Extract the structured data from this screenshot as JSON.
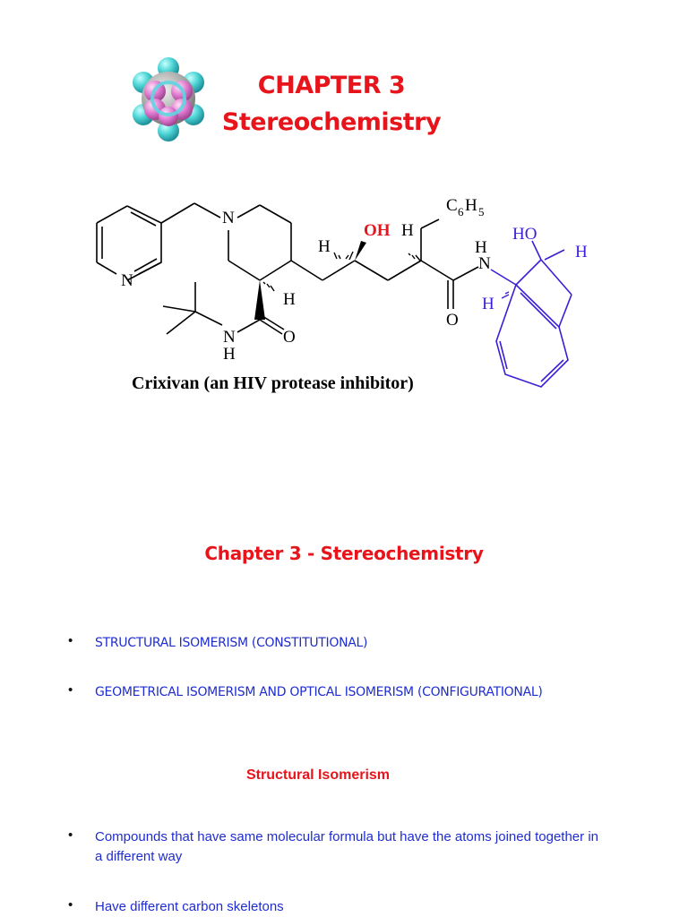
{
  "header": {
    "title_line1": "CHAPTER 3",
    "title_line2": "Stereochemistry",
    "logo_icon": "space-filling-molecule-icon"
  },
  "structure": {
    "caption": "Crixivan (an HIV protease inhibitor)",
    "labels": {
      "n_pyridine": "N",
      "n_piperidine": "N",
      "h_piperidine": "H",
      "amide_nh": "N",
      "amide_h": "H",
      "amide_o": "O",
      "h_left_oh": "H",
      "oh": "OH",
      "h_right_oh": "H",
      "c6h5_c": "C",
      "c6h5_6": "6",
      "c6h5_h": "H",
      "c6h5_5": "5",
      "right_nh_h": "H",
      "right_n": "N",
      "right_o": "O",
      "indane_ho": "HO",
      "indane_h1": "H",
      "indane_h2": "H"
    },
    "colors": {
      "bonds": "#000000",
      "oh": "#e8141b",
      "indane": "#3a1fd6"
    }
  },
  "section": {
    "heading": "Chapter 3 - Stereochemistry",
    "bullets": [
      "STRUCTURAL ISOMERISM (CONSTITUTIONAL)",
      "GEOMETRICAL ISOMERISM AND OPTICAL ISOMERISM (CONFIGURATIONAL)"
    ],
    "subheading": "Structural Isomerism",
    "sub_bullets": [
      "Compounds that have same molecular formula but have the atoms joined together in a different way",
      "Have different carbon skeletons"
    ],
    "bullet_char": "•"
  },
  "theme": {
    "title_color": "#e8141b",
    "bullet_text_color": "#1f2dd0",
    "background": "#ffffff"
  }
}
